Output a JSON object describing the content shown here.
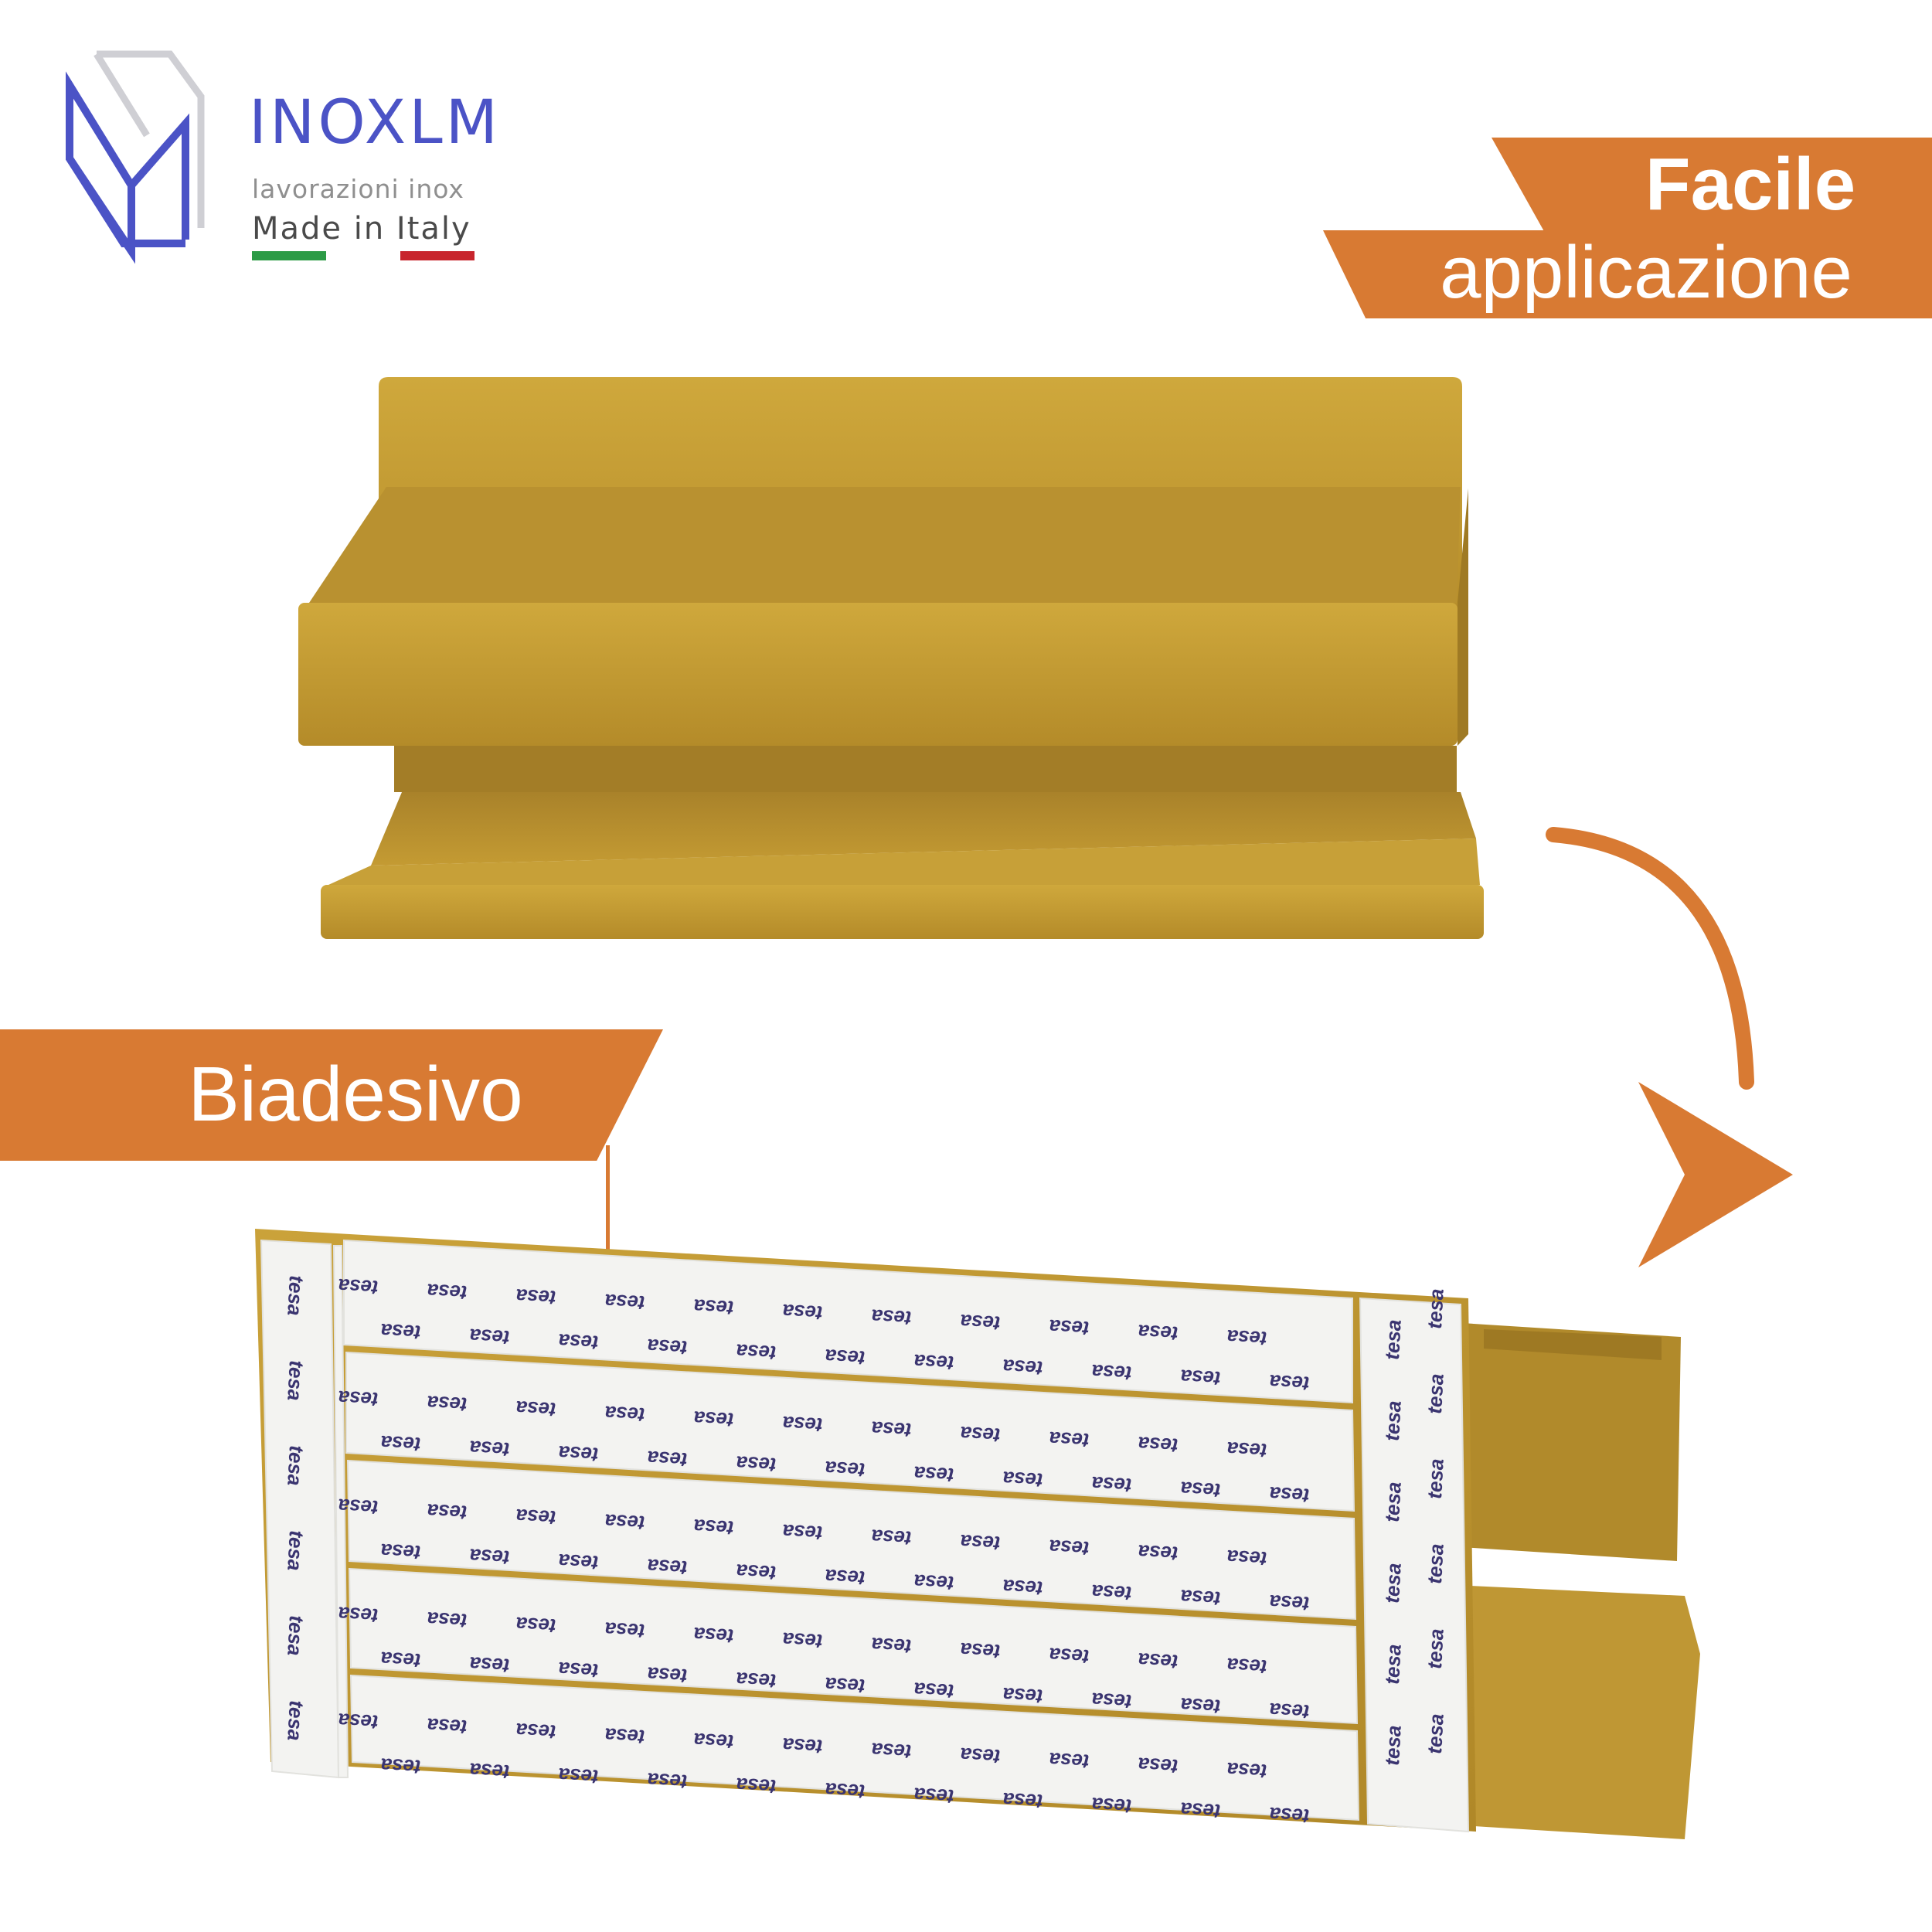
{
  "brand": {
    "name": "INOXLM",
    "tagline": "lavorazioni inox",
    "origin": "Made in Italy",
    "colors": {
      "logo": "#4b53c6",
      "italy_green": "#2c9b46",
      "italy_red": "#c8252d"
    }
  },
  "headline": {
    "line1": "Facile",
    "line2": "applicazione",
    "color": "#d87a33"
  },
  "callout": {
    "label": "Biadesivo"
  },
  "adhesive": {
    "print": "tesa",
    "paper_color": "#f3f3f1"
  },
  "product": {
    "color": "#c39a32"
  },
  "icons": [
    "inoxlm-logo-icon",
    "curved-arrow-icon"
  ]
}
